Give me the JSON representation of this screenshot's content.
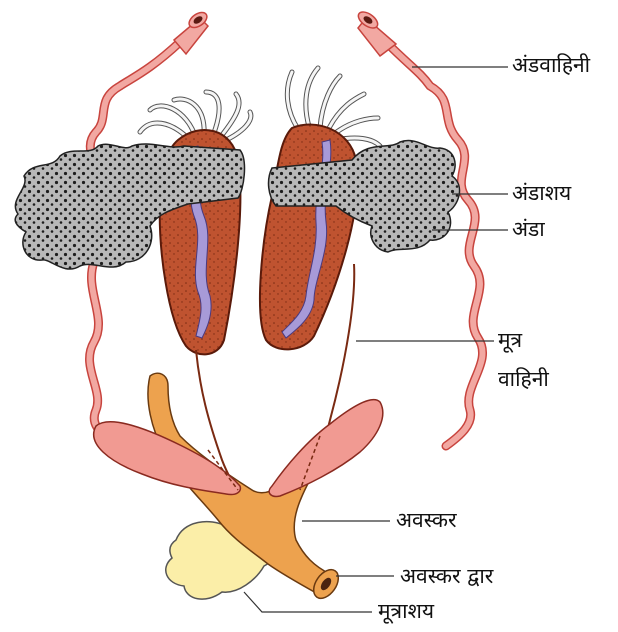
{
  "labels": {
    "oviduct": "अंडवाहिनी",
    "ovary": "अंडाशय",
    "egg": "अंडा",
    "ureter_line1": "मूत्र",
    "ureter_line2": "वाहिनी",
    "cloaca": "अवस्कर",
    "cloacal_aperture": "अवस्कर द्वार",
    "urinary_bladder": "मूत्राशय"
  },
  "colors": {
    "oviduct": "#f2a8a2",
    "oviduct_stroke": "#c8443e",
    "kidney": "#bf5330",
    "kidney_channel": "#a79ad8",
    "ovary": "#b6b6b6",
    "ovary_dots": "#1d1d1d",
    "fat_body": "#f5f5f5",
    "ovisac": "#f19a92",
    "cloaca": "#eda24e",
    "bladder": "#fbeea8",
    "leader_line": "#333333"
  }
}
